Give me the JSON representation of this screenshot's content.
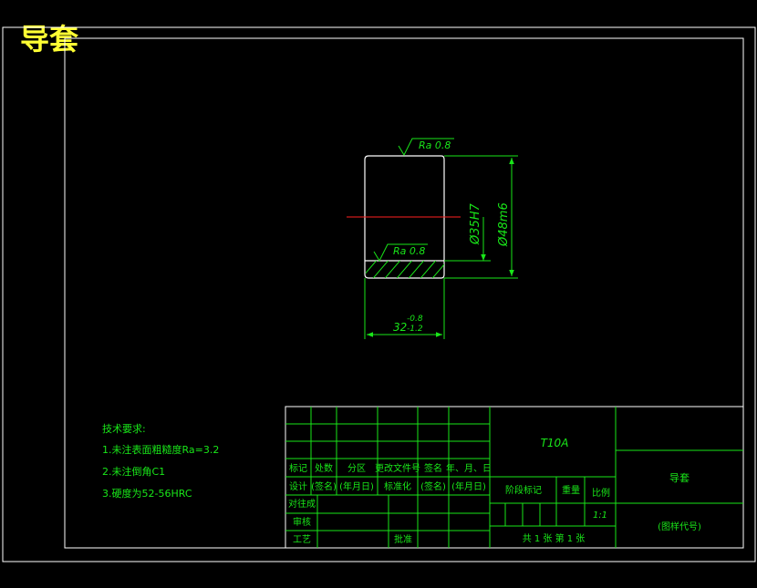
{
  "drawing_title": "导套",
  "colors": {
    "background": "#000000",
    "border": "#ffffff",
    "geometry": "#ffffff",
    "annotation": "#19e619",
    "centerline": "#ff2020",
    "title": "#ffff33"
  },
  "roughness": {
    "top": "Ra 0.8",
    "inner": "Ra 0.8"
  },
  "dimensions": {
    "inner_diameter": "Ø35H7",
    "outer_diameter": "Ø48m6",
    "length_value": "32",
    "length_tol_upper": "-0.8",
    "length_tol_lower": "-1.2"
  },
  "tech_requirements": {
    "heading": "技术要求:",
    "items": [
      "1.未注表面粗糙度Ra=3.2",
      "2.未注倒角C1",
      "3.硬度为52-56HRC"
    ]
  },
  "title_block": {
    "material": "T10A",
    "part_name": "导套",
    "drawing_code": "(图样代号)",
    "header_row": [
      "标记",
      "处数",
      "分区",
      "更改文件号",
      "签名",
      "年、月、日"
    ],
    "design_row": [
      "设计",
      "(签名)",
      "(年月日)",
      "标准化",
      "(签名)",
      "(年月日)"
    ],
    "proof_label": "对往成",
    "review_label": "审核",
    "process_label": "工艺",
    "approve_label": "批准",
    "stage_label": "阶段标记",
    "weight_label": "重量",
    "scale_label": "比例",
    "scale_value": "1:1",
    "sheets": "共 1 张   第 1 张"
  }
}
